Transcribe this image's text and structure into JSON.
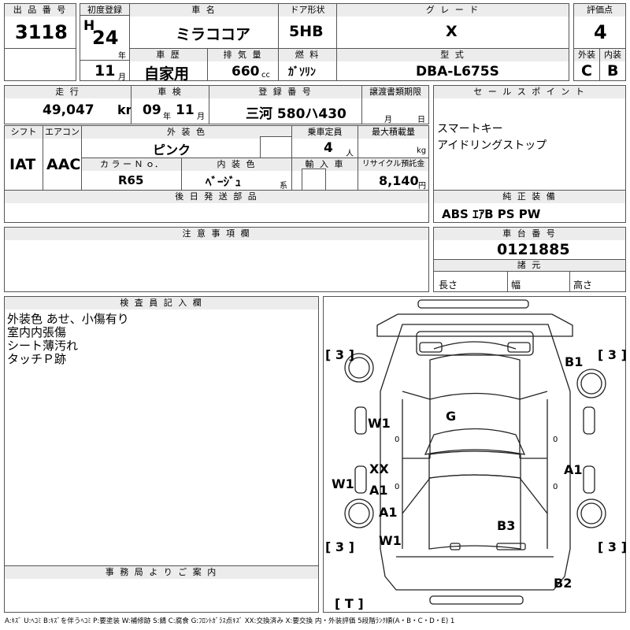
{
  "header": {
    "lot_label": "出 品 番 号",
    "lot": "3118",
    "first_reg_label": "初度登録",
    "era": "H",
    "year": "24",
    "year_unit": "年",
    "month": "11",
    "month_unit": "月",
    "name_label": "車 名",
    "name": "ミラココア",
    "door_label": "ドア形状",
    "door": "5HB",
    "grade_label": "グ レ ー ド",
    "grade": "X",
    "score_label": "評価点",
    "score": "4",
    "history_label": "車 歴",
    "history": "自家用",
    "disp_label": "排 気 量",
    "disp": "660",
    "disp_unit": "cc",
    "fuel_label": "燃 料",
    "fuel": "ｶﾞｿﾘﾝ",
    "model_label": "型 式",
    "model": "DBA-L675S",
    "ext_label": "外装",
    "ext": "C",
    "int_label": "内装",
    "int": "B"
  },
  "row2": {
    "mileage_label": "走 行",
    "mileage": "49,047",
    "mileage_unit": "km",
    "inspection_label": "車 検",
    "insp_year": "09",
    "insp_year_unit": "年",
    "insp_month": "11",
    "insp_month_unit": "月",
    "plate_label": "登 録 番 号",
    "plate": "三河 580ハ430",
    "transfer_label": "譲渡書類期限",
    "transfer_month": "月",
    "transfer_day": "日",
    "sales_label": "セ ー ル ス ポ イ ン ト",
    "sales": [
      "スマートキー",
      "アイドリングストップ"
    ]
  },
  "row3": {
    "shift_label": "シフト",
    "shift": "IAT",
    "ac_label": "エアコン",
    "ac": "AAC",
    "color_label": "外 装 色",
    "color": "ピンク",
    "capacity_label": "乗車定員",
    "capacity": "4",
    "capacity_unit": "人",
    "load_label": "最大積載量",
    "load_unit": "kg",
    "color_no_label": "カ ラ ー Ｎ ｏ．",
    "color_no": "R65",
    "int_color_label": "内 装 色",
    "int_color": "ﾍﾞｰｼﾞｭ",
    "int_color_unit": "系",
    "import_label": "輸 入 車",
    "recycle_label": "リサイクル預託金",
    "recycle": "8,140",
    "recycle_unit": "円"
  },
  "later_label": "後 日 発 送 部 品",
  "equip_label": "純 正 装 備",
  "equip": "ABS ｴｱB PS PW",
  "notes_label": "注 意 事 項 欄",
  "chassis_label": "車 台 番 号",
  "chassis": "0121885",
  "dims_label": "諸 元",
  "length_label": "長さ",
  "width_label": "幅",
  "height_label": "高さ",
  "inspector_label": "検 査 員 記 入 欄",
  "inspector_notes": [
    "外装色 あせ、小傷有り",
    "室内内張傷",
    "シート薄汚れ",
    "タッチＰ跡"
  ],
  "office_label": "事 務 局 よ り ご 案 内",
  "legend": "A:ｷｽﾞ U:ﾍｺﾐ B:ｷｽﾞを伴うﾍｺﾐ P:要塗装 W:補修跡 S:錆 C:腐食 G:ﾌﾛﾝﾄｶﾞﾗｽ点ｷｽﾞ XX:交換済み X:要交換 内・外装評価 5段階ﾗﾝｸ順(A・B・C・D・E) 1",
  "diagram": {
    "tire_fl": "3",
    "tire_fr": "3",
    "tire_rl": "3",
    "tire_rr": "3",
    "spare": "T",
    "marks": {
      "b1": "B1",
      "g": "G",
      "w1_left_door": "W1",
      "zero1": "0",
      "xx": "XX",
      "a1_left": "A1",
      "zero2": "0",
      "w1_side": "W1",
      "a1_right": "A1",
      "zero3": "0",
      "zero4": "0",
      "a1_rear": "A1",
      "b3": "B3",
      "w1_rear": "W1",
      "b2": "B2"
    }
  }
}
